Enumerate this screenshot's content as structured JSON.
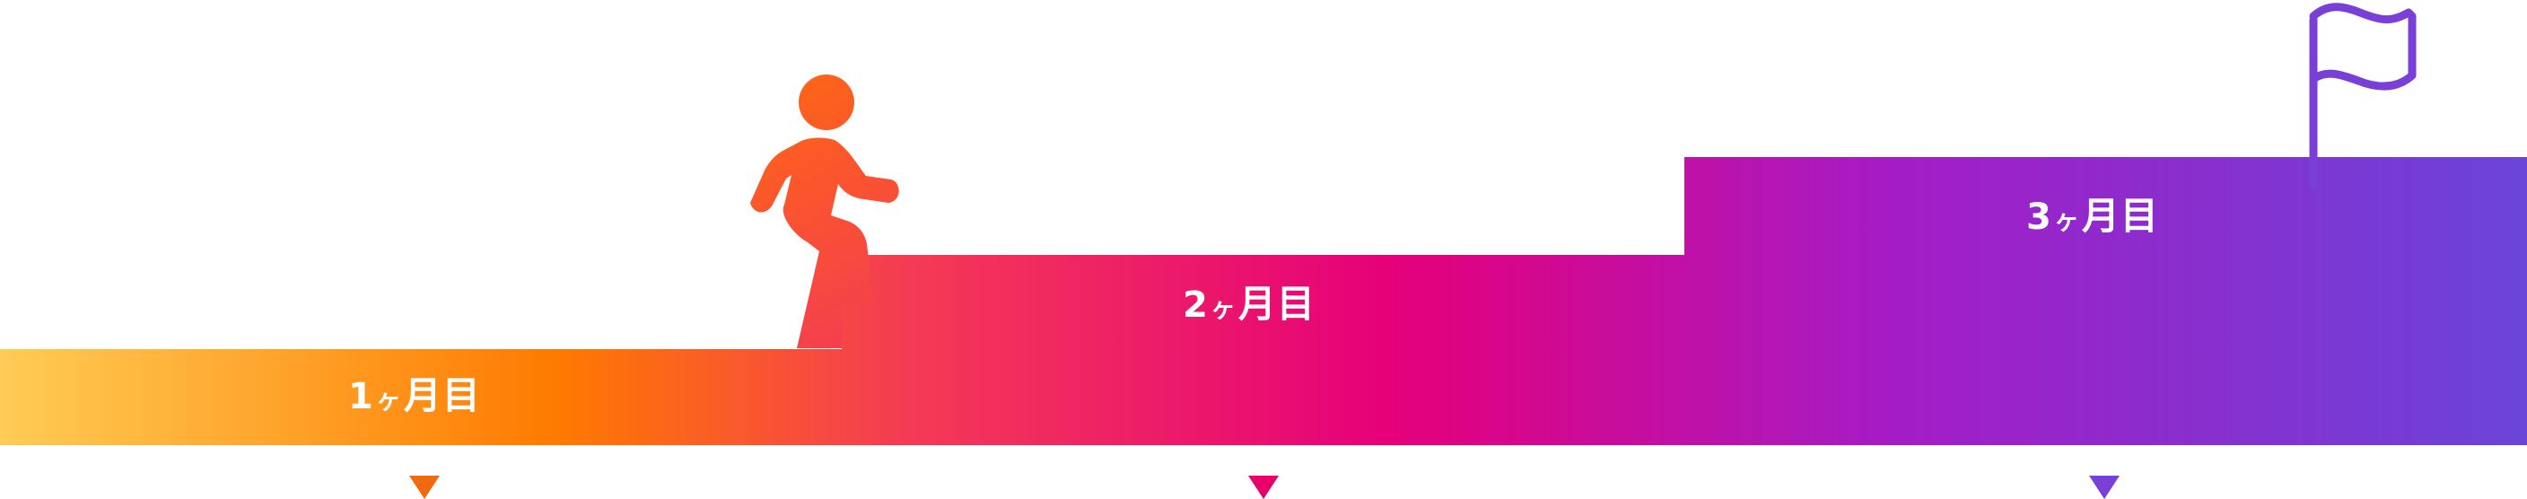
{
  "steps": [
    {
      "num": "1",
      "ka": "ヶ",
      "month": "月目",
      "marker_color": "#f26a10"
    },
    {
      "num": "2",
      "ka": "ヶ",
      "month": "月目",
      "marker_color": "#e9006c"
    },
    {
      "num": "3",
      "ka": "ヶ",
      "month": "月目",
      "marker_color": "#7a3fd6"
    }
  ],
  "gradient": {
    "stops": [
      "#ffcc55",
      "#ff7a00",
      "#f43a55",
      "#e6007a",
      "#a41cc6",
      "#6a44d8"
    ]
  },
  "icons": {
    "walker": "person-walking-up-stairs-icon",
    "goal": "goal-flag-icon"
  }
}
